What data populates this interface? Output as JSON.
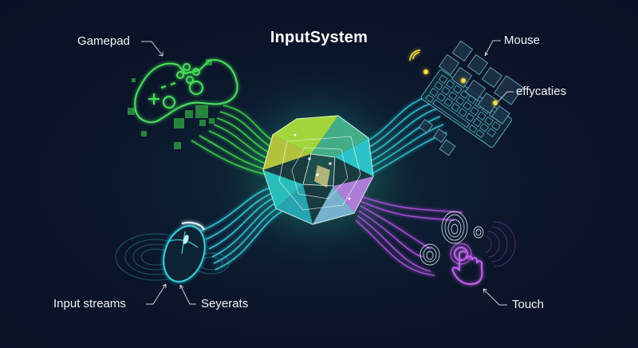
{
  "title": "InputSystem",
  "labels": {
    "gamepad": "Gamepad",
    "mouse": "Mouse",
    "effycaties": "effycaties",
    "input_streams": "Input streams",
    "seyerats": "Seyerats",
    "touch": "Touch"
  },
  "colors": {
    "background": "#0b1227",
    "gamepad_green": "#3ddc4a",
    "keyboard_cyan": "#2cc7d6",
    "mouse_cyan": "#31d0e0",
    "touch_purple": "#b04fe0",
    "key_highlight_yellow": "#f5e13a",
    "text": "#f2f4f7"
  },
  "icons": [
    "gamepad-icon",
    "keyboard-icon",
    "mouse-icon",
    "fingerprint-icon",
    "touch-hand-icon",
    "central-polyhedron-icon"
  ]
}
